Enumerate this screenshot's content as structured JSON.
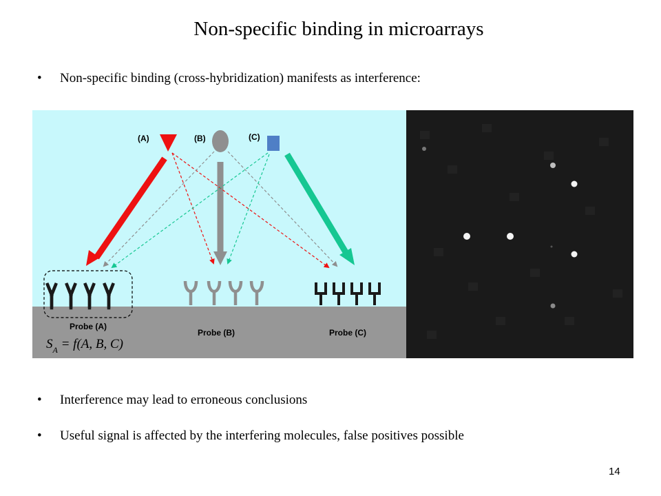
{
  "slide": {
    "title": "Non-specific binding in microarrays",
    "page_number": "14"
  },
  "bullets": [
    "Non-specific binding (cross-hybridization) manifests as interference:",
    "Interference may lead to erroneous conclusions",
    "Useful signal is affected by the interfering molecules, false positives possible"
  ],
  "diagram": {
    "molecule_labels": [
      "(A)",
      "(B)",
      "(C)"
    ],
    "probe_labels": [
      "Probe (A)",
      "Probe (B)",
      "Probe (C)"
    ],
    "formula": {
      "lhs": "S",
      "subscript": "A",
      "rhs": " = f(A, B, C)"
    },
    "colors": {
      "background": "#c8f8fc",
      "surface": "#979797",
      "molecule_a": "#ee1111",
      "molecule_b": "#8f8f8f",
      "molecule_c": "#4f7fc6",
      "arrow_c": "#16c792",
      "probe_dark": "#1a1a1a"
    }
  },
  "array_image": {
    "background": "#1a1a1a",
    "spot_color": "#f4f4f4"
  }
}
